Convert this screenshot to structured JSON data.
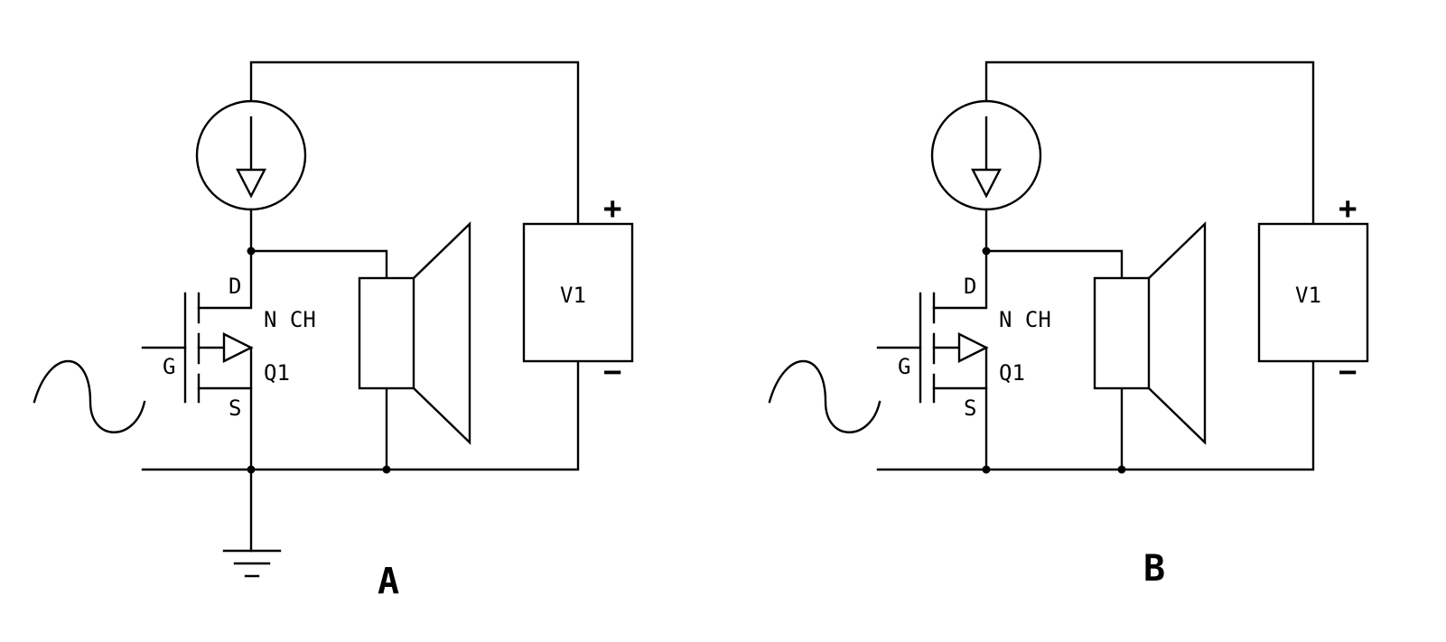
{
  "circuits": [
    {
      "id": "A",
      "title": "A",
      "transistor": {
        "drain": "D",
        "gate": "G",
        "source": "S",
        "type": "N CH",
        "name": "Q1"
      },
      "supply": {
        "name": "V1",
        "plus": "+",
        "minus": "−"
      }
    },
    {
      "id": "B",
      "title": "B",
      "transistor": {
        "drain": "D",
        "gate": "G",
        "source": "S",
        "type": "N CH",
        "name": "Q1"
      },
      "supply": {
        "name": "V1",
        "plus": "+",
        "minus": "−"
      }
    }
  ]
}
